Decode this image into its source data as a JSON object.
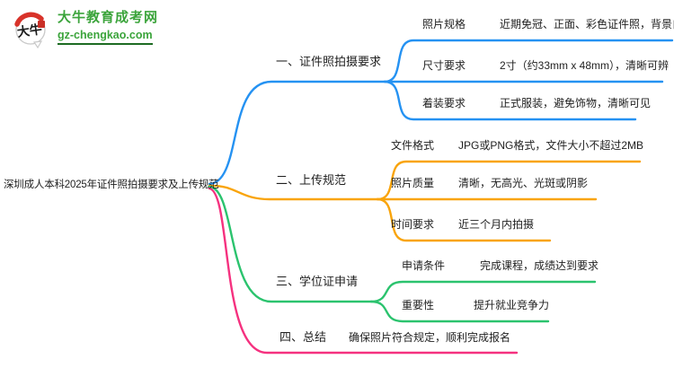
{
  "logo": {
    "icon_text": "大牛",
    "site_name": "大牛教育成考网",
    "site_url": "gz-chengkao.com",
    "brand_green": "#3BA43B"
  },
  "root": {
    "label": "深圳成人本科2025年证件照拍摄要求及上传规范"
  },
  "branches": [
    {
      "label": "一、证件照拍摄要求",
      "color": "#2592F2",
      "children": [
        {
          "label": "照片规格",
          "value": "近期免冠、正面、彩色证件照，背景白色"
        },
        {
          "label": "尺寸要求",
          "value": "2寸（约33mm x 48mm），清晰可辨"
        },
        {
          "label": "着装要求",
          "value": "正式服装，避免饰物，清晰可见"
        }
      ]
    },
    {
      "label": "二、上传规范",
      "color": "#F9A40A",
      "children": [
        {
          "label": "文件格式",
          "value": "JPG或PNG格式，文件大小不超过2MB"
        },
        {
          "label": "照片质量",
          "value": "清晰，无高光、光斑或阴影"
        },
        {
          "label": "时间要求",
          "value": "近三个月内拍摄"
        }
      ]
    },
    {
      "label": "三、学位证申请",
      "color": "#2BC36E",
      "children": [
        {
          "label": "申请条件",
          "value": "完成课程，成绩达到要求"
        },
        {
          "label": "重要性",
          "value": "提升就业竞争力"
        }
      ]
    },
    {
      "label": "四、总结",
      "color": "#F5317F",
      "children": [
        {
          "value": "确保照片符合规定，顺利完成报名"
        }
      ]
    }
  ]
}
